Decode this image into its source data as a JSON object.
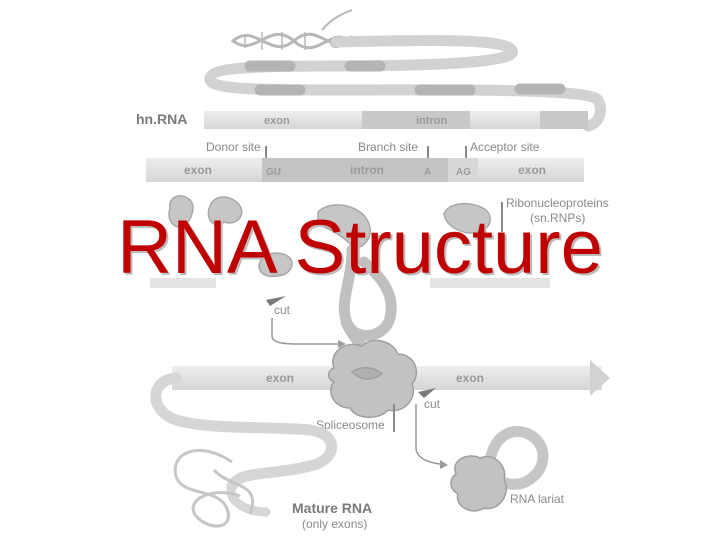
{
  "title": "RNA Structure",
  "diagram": {
    "hnrna_label": "hn.RNA",
    "top_strip": {
      "exon": "exon",
      "intron": "intron"
    },
    "splice_sites": {
      "donor": "Donor site",
      "branch": "Branch site",
      "acceptor": "Acceptor site"
    },
    "middle_strip": {
      "exon_left": "exon",
      "gu": "GU",
      "intron": "intron",
      "a": "A",
      "ag": "AG",
      "exon_right": "exon"
    },
    "snrnp_label_line1": "Ribonucleoproteins",
    "snrnp_label_line2": "(sn.RNPs)",
    "cut_upper": "cut",
    "cut_lower": "cut",
    "lower_strip": {
      "exon_left": "exon",
      "exon_right": "exon"
    },
    "spliceosome": "Spliceosome",
    "mature_rna": "Mature RNA",
    "mature_rna_sub": "(only exons)",
    "lariat": "RNA lariat"
  },
  "colors": {
    "title": "#c00000",
    "strip": "#e2e2e2",
    "intron_band": "#c8c8c8",
    "protein": "#c4c4c4",
    "line": "#9a9a9a"
  }
}
